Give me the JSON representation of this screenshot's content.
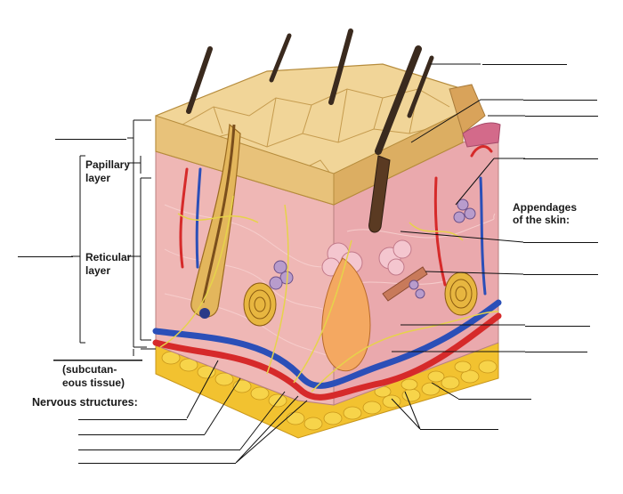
{
  "labels": {
    "papillary": [
      "Papillary",
      "layer"
    ],
    "reticular": [
      "Reticular",
      "layer"
    ],
    "subcutaneous": [
      "(subcutan-",
      "eous tissue)"
    ],
    "nervous_structures": "Nervous structures:",
    "appendages": [
      "Appendages",
      "of the skin:"
    ]
  },
  "colors": {
    "epidermis": "#e8c27a",
    "dermis": "#efb7b5",
    "fat": "#f2c230",
    "artery": "#d62a2a",
    "vein": "#2b4fb8",
    "hair": "#3a2a1e",
    "nerve": "#e6d34a",
    "leader_line": "#111111"
  },
  "blank_count": 17
}
